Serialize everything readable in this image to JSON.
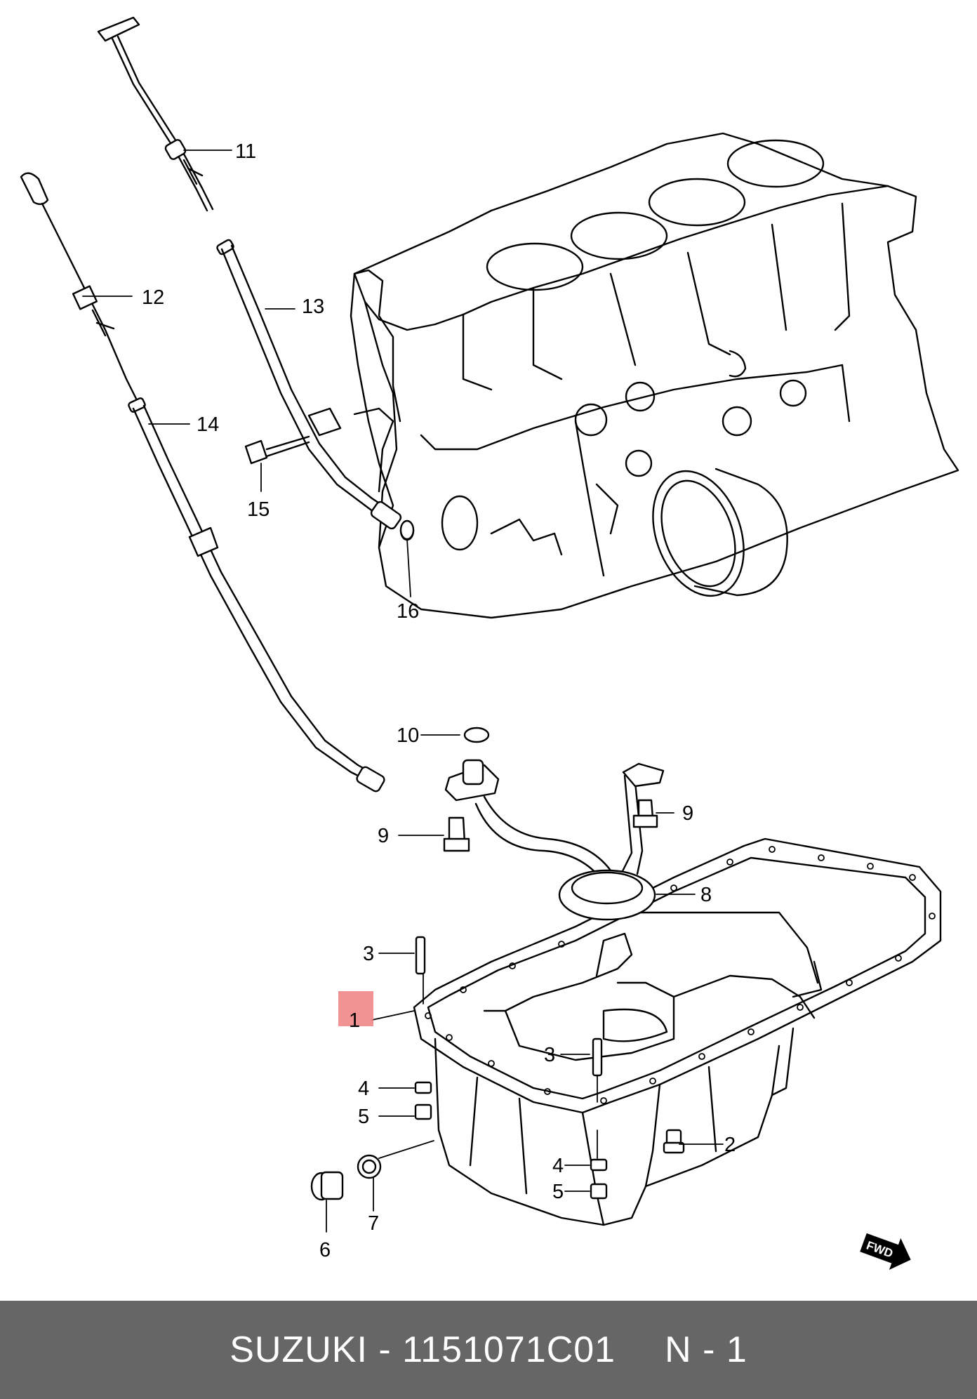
{
  "callouts": [
    "1",
    "2",
    "3",
    "3",
    "4",
    "4",
    "5",
    "5",
    "6",
    "7",
    "8",
    "9",
    "9",
    "10",
    "11",
    "12",
    "13",
    "14",
    "15",
    "16"
  ],
  "fwd_label": "FWD",
  "highlight_color": "#f08080",
  "footer": {
    "part_code": "SUZUKI - 1151071C01",
    "position": "N - 1"
  }
}
